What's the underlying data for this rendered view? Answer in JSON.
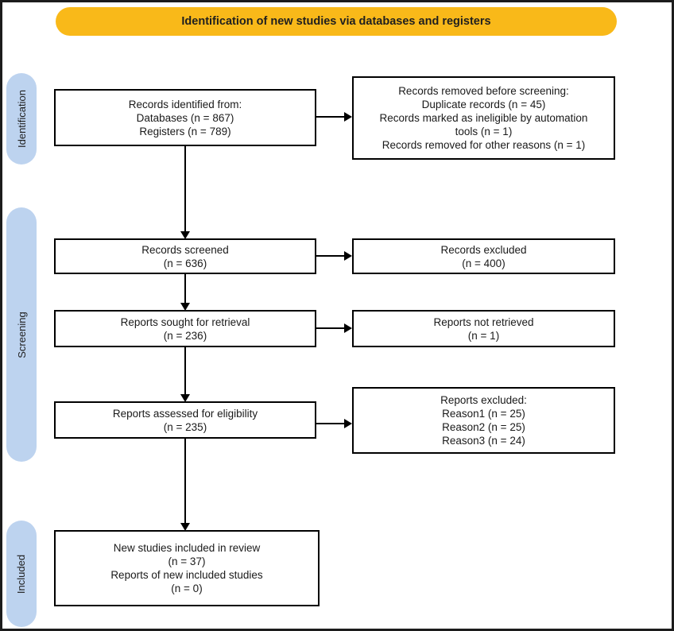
{
  "title": "PRISMA flow diagram",
  "colors": {
    "banner_bg": "#F9B919",
    "side_label_bg": "#BDD3EF",
    "box_border": "#000000",
    "frame_border": "#1c1c1c",
    "arrow": "#000000"
  },
  "banner": {
    "label": "Identification of new studies via databases and registers"
  },
  "side_labels": {
    "identification": "Identification",
    "screening": "Screening",
    "included": "Included"
  },
  "boxes": {
    "records_identified": {
      "lines": [
        "Records identified from:",
        "Databases (n = 867)",
        "Registers (n = 789)"
      ]
    },
    "records_removed": {
      "lines": [
        "Records removed before screening:",
        "Duplicate records (n = 45)",
        "Records marked as ineligible by automation",
        "tools (n = 1)",
        "Records removed for other reasons (n = 1)"
      ]
    },
    "records_screened": {
      "lines": [
        "Records screened",
        "(n = 636)"
      ]
    },
    "records_excluded": {
      "lines": [
        "Records excluded",
        "(n = 400)"
      ]
    },
    "reports_sought": {
      "lines": [
        "Reports sought for retrieval",
        "(n = 236)"
      ]
    },
    "reports_not_retrieved": {
      "lines": [
        "Reports not retrieved",
        "(n = 1)"
      ]
    },
    "reports_assessed": {
      "lines": [
        "Reports assessed for eligibility",
        "(n = 235)"
      ]
    },
    "reports_excluded": {
      "lines": [
        "Reports excluded:",
        "Reason1 (n = 25)",
        "Reason2 (n = 25)",
        "Reason3 (n = 24)"
      ]
    },
    "new_studies_included": {
      "lines": [
        "New studies included in review",
        "(n = 37)",
        "Reports of new included studies",
        "(n = 0)"
      ]
    }
  }
}
